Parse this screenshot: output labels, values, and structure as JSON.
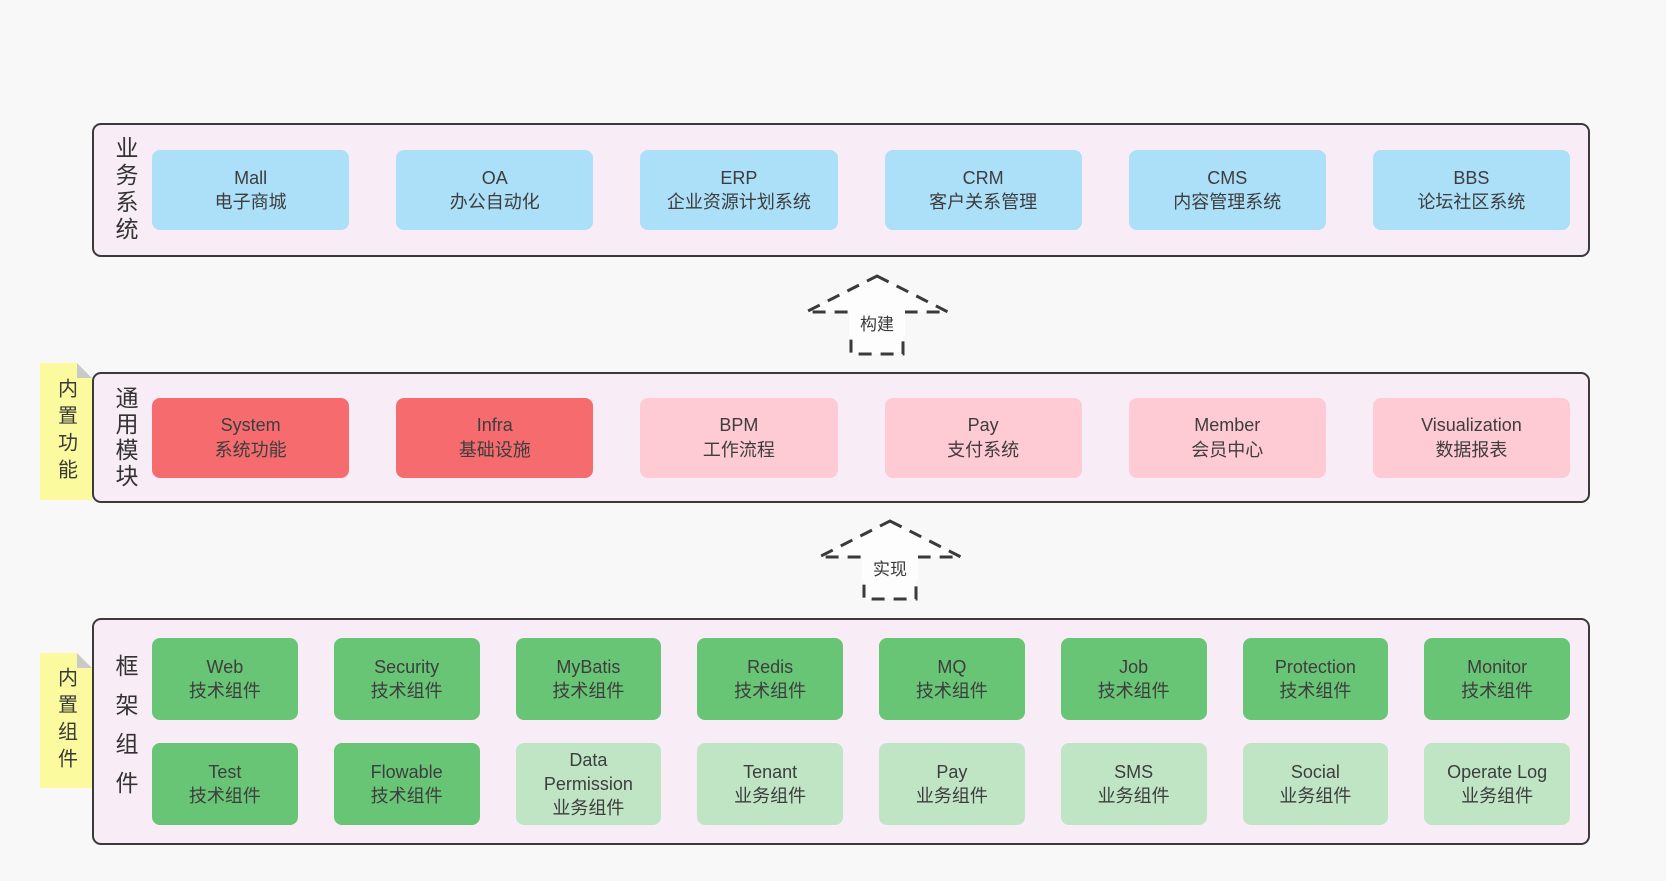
{
  "page": {
    "background": "#f8f8f8",
    "panel_background": "#f8edf6",
    "panel_border": "#3a3a3a",
    "text_color": "#3d3d3d"
  },
  "colors": {
    "blue": "#acdff8",
    "red": "#f56b6e",
    "pink": "#fecad4",
    "green": "#69c576",
    "light_green": "#c0e5c4",
    "sticky": "#fbfa9e",
    "sticky_fold": "#c9c9c9"
  },
  "layers": [
    {
      "title": "业务系统",
      "sticky": null,
      "rows": [
        [
          {
            "name": "Mall",
            "sub": "电子商城",
            "color": "blue"
          },
          {
            "name": "OA",
            "sub": "办公自动化",
            "color": "blue"
          },
          {
            "name": "ERP",
            "sub": "企业资源计划系统",
            "color": "blue"
          },
          {
            "name": "CRM",
            "sub": "客户关系管理",
            "color": "blue"
          },
          {
            "name": "CMS",
            "sub": "内容管理系统",
            "color": "blue"
          },
          {
            "name": "BBS",
            "sub": "论坛社区系统",
            "color": "blue"
          }
        ]
      ]
    },
    {
      "title": "通用模块",
      "sticky": "内置功能",
      "rows": [
        [
          {
            "name": "System",
            "sub": "系统功能",
            "color": "red"
          },
          {
            "name": "Infra",
            "sub": "基础设施",
            "color": "red"
          },
          {
            "name": "BPM",
            "sub": "工作流程",
            "color": "pink"
          },
          {
            "name": "Pay",
            "sub": "支付系统",
            "color": "pink"
          },
          {
            "name": "Member",
            "sub": "会员中心",
            "color": "pink"
          },
          {
            "name": "Visualization",
            "sub": "数据报表",
            "color": "pink"
          }
        ]
      ]
    },
    {
      "title": "框架组件",
      "sticky": "内置组件",
      "rows": [
        [
          {
            "name": "Web",
            "sub": "技术组件",
            "color": "green"
          },
          {
            "name": "Security",
            "sub": "技术组件",
            "color": "green"
          },
          {
            "name": "MyBatis",
            "sub": "技术组件",
            "color": "green"
          },
          {
            "name": "Redis",
            "sub": "技术组件",
            "color": "green"
          },
          {
            "name": "MQ",
            "sub": "技术组件",
            "color": "green"
          },
          {
            "name": "Job",
            "sub": "技术组件",
            "color": "green"
          },
          {
            "name": "Protection",
            "sub": "技术组件",
            "color": "green"
          },
          {
            "name": "Monitor",
            "sub": "技术组件",
            "color": "green"
          }
        ],
        [
          {
            "name": "Test",
            "sub": "技术组件",
            "color": "green"
          },
          {
            "name": "Flowable",
            "sub": "技术组件",
            "color": "green"
          },
          {
            "name": "Data Permission",
            "sub": "业务组件",
            "color": "light_green"
          },
          {
            "name": "Tenant",
            "sub": "业务组件",
            "color": "light_green"
          },
          {
            "name": "Pay",
            "sub": "业务组件",
            "color": "light_green"
          },
          {
            "name": "SMS",
            "sub": "业务组件",
            "color": "light_green"
          },
          {
            "name": "Social",
            "sub": "业务组件",
            "color": "light_green"
          },
          {
            "name": "Operate Log",
            "sub": "业务组件",
            "color": "light_green"
          }
        ]
      ]
    }
  ],
  "arrows": [
    {
      "label": "构建"
    },
    {
      "label": "实现"
    }
  ]
}
